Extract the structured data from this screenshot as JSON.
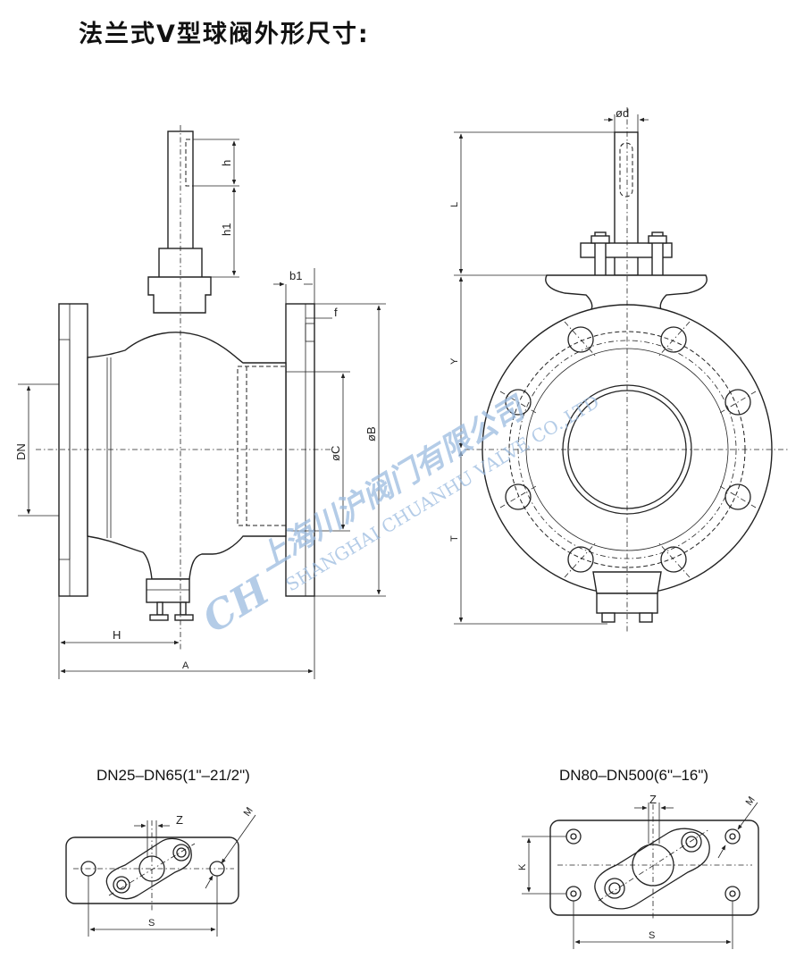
{
  "title": "法兰式V型球阀外形尺寸:",
  "front_view": {
    "labels": {
      "h": "h",
      "h1": "h1",
      "b1": "b1",
      "f": "f",
      "DN": "DN",
      "C": "øC",
      "B": "øB",
      "H": "H",
      "A": "A"
    }
  },
  "side_view": {
    "labels": {
      "d": "ød",
      "L": "L",
      "Y": "Y",
      "T": "T"
    }
  },
  "watermark": {
    "logo": "CH",
    "cn": "上海川沪阀门有限公司",
    "en": "SHANGHAI CHUANHU VALVE CO.,LTD"
  },
  "mount_small": {
    "caption": "DN25–DN65(1\"–21/2\")",
    "labels": {
      "Z": "Z",
      "M": "M",
      "S": "S"
    }
  },
  "mount_large": {
    "caption": "DN80–DN500(6\"–16\")",
    "labels": {
      "Z": "Z",
      "M": "M",
      "K": "K",
      "S": "S"
    }
  }
}
